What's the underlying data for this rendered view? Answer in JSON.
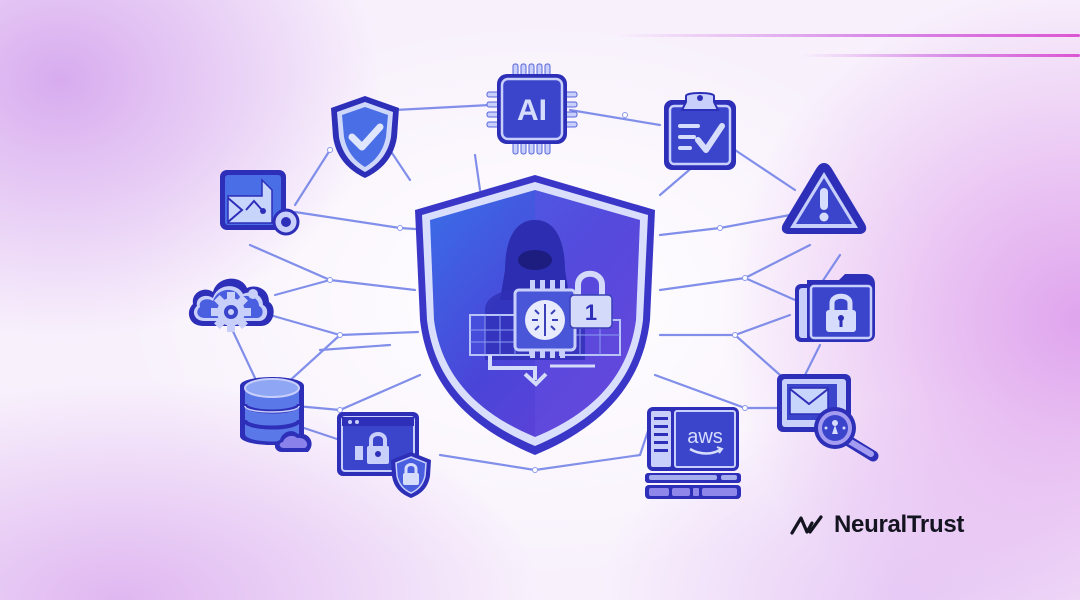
{
  "brand": {
    "name": "NeuralTrust",
    "logo_icon": "neural-trust-zigzag-icon",
    "text_color": "#141421"
  },
  "colors": {
    "icon_dark": "#2d2fb8",
    "icon_mid": "#4a5fe0",
    "icon_light": "#b9c6f7",
    "line": "#6f7fe6",
    "accent_stripe": "#dc56d2",
    "bg_pink": "#e0b0ee"
  },
  "center": {
    "icon": "shield-hacker-lock-icon",
    "lock_label": "1",
    "description": "Shield containing hooded hacker, computer chip with brain/clock, padlock"
  },
  "nodes": [
    {
      "id": "shield-check",
      "icon": "shield-check-icon"
    },
    {
      "id": "ai-chip",
      "icon": "ai-chip-icon",
      "label": "AI"
    },
    {
      "id": "clipboard-check",
      "icon": "clipboard-check-icon"
    },
    {
      "id": "email-attachment",
      "icon": "email-attachment-icon"
    },
    {
      "id": "warning",
      "icon": "warning-triangle-icon",
      "label": "!"
    },
    {
      "id": "cloud-gear",
      "icon": "cloud-gear-icon"
    },
    {
      "id": "locked-folder",
      "icon": "locked-folder-icon"
    },
    {
      "id": "database",
      "icon": "database-icon"
    },
    {
      "id": "browser-lock",
      "icon": "browser-lock-shield-icon"
    },
    {
      "id": "aws-server",
      "icon": "aws-server-icon",
      "label": "aws"
    },
    {
      "id": "email-search",
      "icon": "email-search-icon"
    }
  ]
}
